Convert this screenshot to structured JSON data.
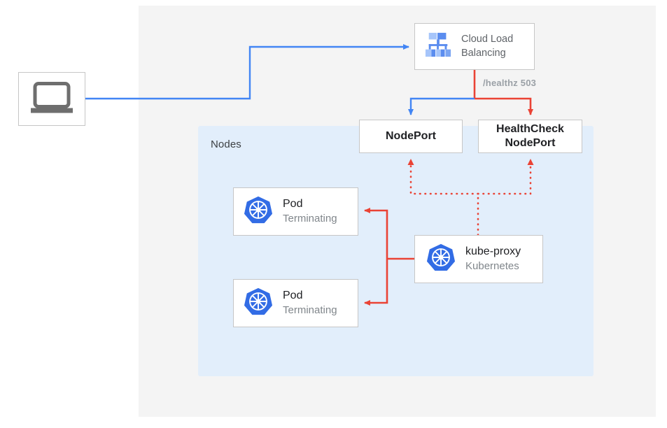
{
  "diagram": {
    "title": "Kubernetes NodePort health check diagram",
    "outer_region": {
      "name": "outer-canvas"
    },
    "nodes_region": {
      "label": "Nodes"
    },
    "client": {
      "icon": "laptop-icon"
    },
    "load_balancer": {
      "icon": "cloud-load-balancing-icon",
      "line1": "Cloud Load",
      "line2": "Balancing"
    },
    "healthz_label": "/healthz 503",
    "nodeport": {
      "label": "NodePort"
    },
    "healthcheck_nodeport": {
      "line1": "HealthCheck",
      "line2": "NodePort"
    },
    "pods": [
      {
        "icon": "kubernetes-icon",
        "title": "Pod",
        "subtitle": "Terminating"
      },
      {
        "icon": "kubernetes-icon",
        "title": "Pod",
        "subtitle": "Terminating"
      }
    ],
    "kube_proxy": {
      "icon": "kubernetes-icon",
      "title": "kube-proxy",
      "subtitle": "Kubernetes"
    },
    "colors": {
      "blue_arrow": "#4285f4",
      "red_arrow": "#ea4335",
      "nodes_region": "#e2eefb",
      "outer_region": "#f4f4f4",
      "kubernetes_blue": "#326ce5",
      "box_border": "#c6c6c6",
      "muted_text": "#80868b",
      "label_text": "#9aa0a6"
    }
  }
}
